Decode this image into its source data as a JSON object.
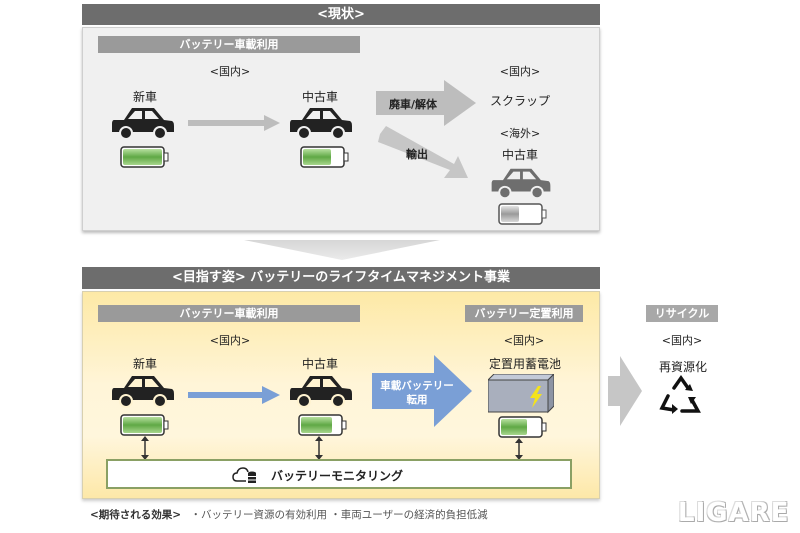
{
  "current": {
    "title": "<現状>",
    "section_label": "バッテリー車載利用",
    "domestic_label": "<国内>",
    "new_car": "新車",
    "used_car": "中古車",
    "scrap_arrow_label": "廃車/解体",
    "scrap_domestic_label": "<国内>",
    "scrap_label": "スクラップ",
    "export_arrow_label": "輸出",
    "overseas_label": "<海外>",
    "overseas_used_car": "中古車"
  },
  "target": {
    "title": "<目指す姿> バッテリーのライフタイムマネジメント事業",
    "onboard_section_label": "バッテリー車載利用",
    "stationary_section_label": "バッテリー定置利用",
    "domestic_label": "<国内>",
    "new_car": "新車",
    "used_car": "中古車",
    "transfer_arrow_label_line1": "車載バッテリー",
    "transfer_arrow_label_line2": "転用",
    "stationary_domestic_label": "<国内>",
    "stationary_label": "定置用蓄電池",
    "monitoring_label": "バッテリーモニタリング"
  },
  "recycle": {
    "section_label": "リサイクル",
    "domestic_label": "<国内>",
    "label": "再資源化"
  },
  "battery_levels": {
    "current_new": 1.0,
    "current_used": 0.7,
    "overseas_used": 0.45,
    "target_new": 1.0,
    "target_used": 0.8,
    "stationary": 0.65
  },
  "footer": {
    "heading": "<期待される効果>",
    "effects": "・バッテリー資源の有効利用 ・車両ユーザーの経済的負担低減"
  },
  "logo": "LIGARE",
  "colors": {
    "header_gray": "#6d6d6d",
    "subheader_gray": "#9a9a9a",
    "battery_green": "#5fa845",
    "arrow_blue": "#7a9fd6",
    "panel_yellow": "#fde9a6",
    "monitor_border": "#8aa064",
    "bolt_yellow": "#f4e31a"
  }
}
